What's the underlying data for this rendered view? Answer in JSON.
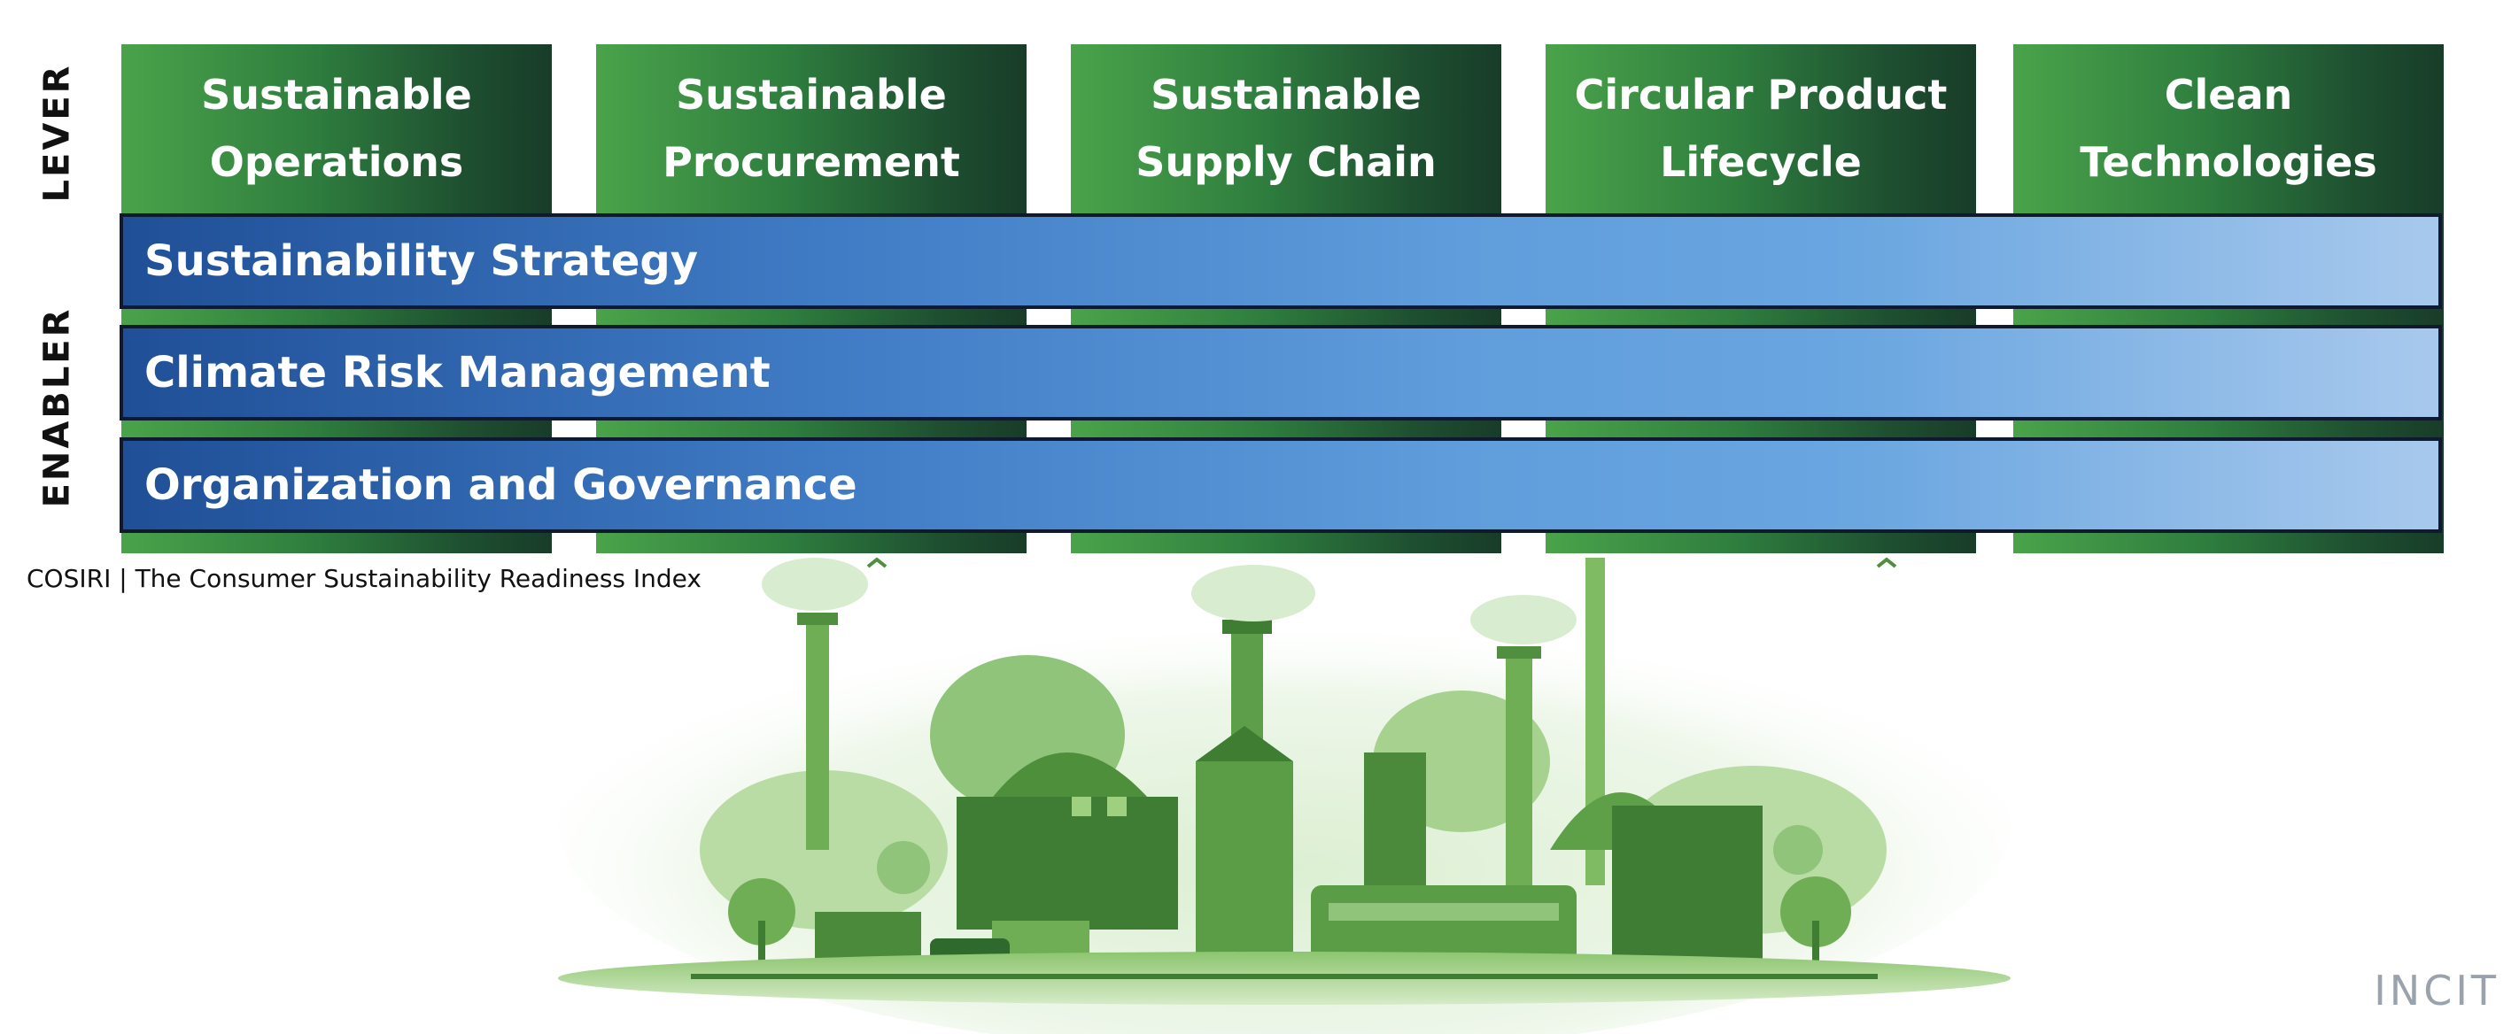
{
  "axis_labels": {
    "lever": "LEVER",
    "enabler": "ENABLER"
  },
  "levers": [
    {
      "title": "Sustainable\nOperations"
    },
    {
      "title": "Sustainable\nProcurement"
    },
    {
      "title": "Sustainable\nSupply Chain"
    },
    {
      "title": "Circular Product\nLifecycle"
    },
    {
      "title": "Clean\nTechnologies"
    }
  ],
  "enablers": [
    {
      "title": "Sustainability Strategy"
    },
    {
      "title": "Climate Risk Management"
    },
    {
      "title": "Organization and Governance"
    }
  ],
  "footer": {
    "caption": "COSIRI  |  The Consumer Sustainability Readiness Index"
  },
  "brand": {
    "logo_text": "INCIT"
  },
  "colors": {
    "lever_green_light": "#4aa34a",
    "lever_green_dark": "#183c28",
    "enabler_blue_dark": "#1f4f97",
    "enabler_blue_light": "#a8c9ed",
    "border": "#0f1a2e"
  },
  "illustration": {
    "icon": "green-industrial-city-illustration"
  }
}
